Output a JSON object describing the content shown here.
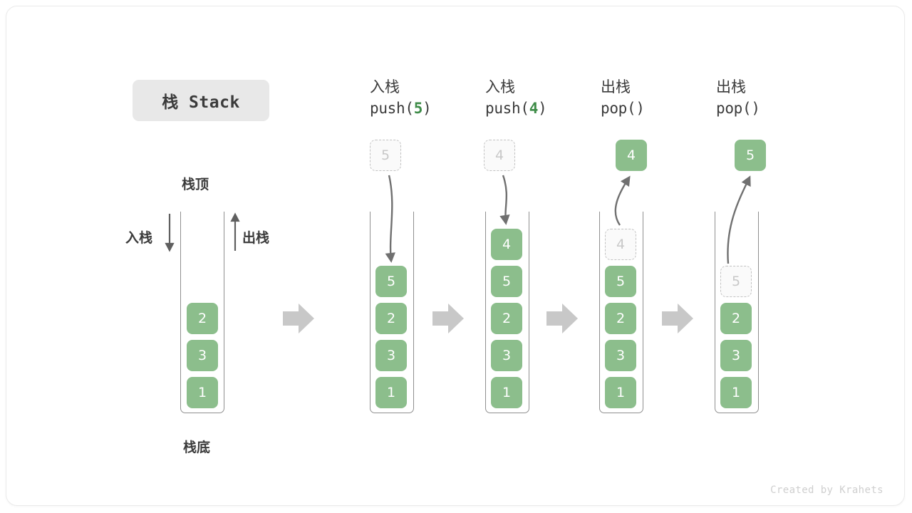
{
  "figure": {
    "title": "栈 Stack",
    "credit": "Created by Krahets"
  },
  "labels": {
    "top": "栈顶",
    "bottom": "栈底",
    "push_side": "入栈",
    "pop_side": "出栈"
  },
  "colors": {
    "cell_fill": "#8cbe8c",
    "cell_text": "#ffffff",
    "ghost_fill": "#fafafa",
    "ghost_border": "#c2c2c2",
    "ghost_text": "#c8c8c8",
    "container_border": "#8f8f8f",
    "flow_arrow": "#c8c8c8",
    "curve_arrow": "#707070",
    "accent_green": "#3e8c48",
    "badge_bg": "#e8e8e8",
    "text": "#3b3b3b"
  },
  "columns": [
    {
      "id": "initial",
      "header_cn": "",
      "header_code_pre": "",
      "header_code_num": "",
      "header_code_post": "",
      "cells": [
        {
          "value": "2",
          "state": "filled"
        },
        {
          "value": "3",
          "state": "filled"
        },
        {
          "value": "1",
          "state": "filled"
        }
      ],
      "external_cell": null
    },
    {
      "id": "push-5",
      "header_cn": "入栈",
      "header_code_pre": "push(",
      "header_code_num": "5",
      "header_code_post": ")",
      "cells": [
        {
          "value": "5",
          "state": "filled"
        },
        {
          "value": "2",
          "state": "filled"
        },
        {
          "value": "3",
          "state": "filled"
        },
        {
          "value": "1",
          "state": "filled"
        }
      ],
      "external_cell": {
        "value": "5",
        "state": "ghost",
        "direction": "in"
      }
    },
    {
      "id": "push-4",
      "header_cn": "入栈",
      "header_code_pre": "push(",
      "header_code_num": "4",
      "header_code_post": ")",
      "cells": [
        {
          "value": "4",
          "state": "filled"
        },
        {
          "value": "5",
          "state": "filled"
        },
        {
          "value": "2",
          "state": "filled"
        },
        {
          "value": "3",
          "state": "filled"
        },
        {
          "value": "1",
          "state": "filled"
        }
      ],
      "external_cell": {
        "value": "4",
        "state": "ghost",
        "direction": "in"
      }
    },
    {
      "id": "pop-1",
      "header_cn": "出栈",
      "header_code_pre": "pop(",
      "header_code_num": "",
      "header_code_post": ")",
      "cells": [
        {
          "value": "4",
          "state": "ghost"
        },
        {
          "value": "5",
          "state": "filled"
        },
        {
          "value": "2",
          "state": "filled"
        },
        {
          "value": "3",
          "state": "filled"
        },
        {
          "value": "1",
          "state": "filled"
        }
      ],
      "external_cell": {
        "value": "4",
        "state": "filled",
        "direction": "out"
      }
    },
    {
      "id": "pop-2",
      "header_cn": "出栈",
      "header_code_pre": "pop(",
      "header_code_num": "",
      "header_code_post": ")",
      "cells": [
        {
          "value": "5",
          "state": "ghost"
        },
        {
          "value": "2",
          "state": "filled"
        },
        {
          "value": "3",
          "state": "filled"
        },
        {
          "value": "1",
          "state": "filled"
        }
      ],
      "external_cell": {
        "value": "5",
        "state": "filled",
        "direction": "out"
      }
    }
  ],
  "flow_arrows": 4
}
